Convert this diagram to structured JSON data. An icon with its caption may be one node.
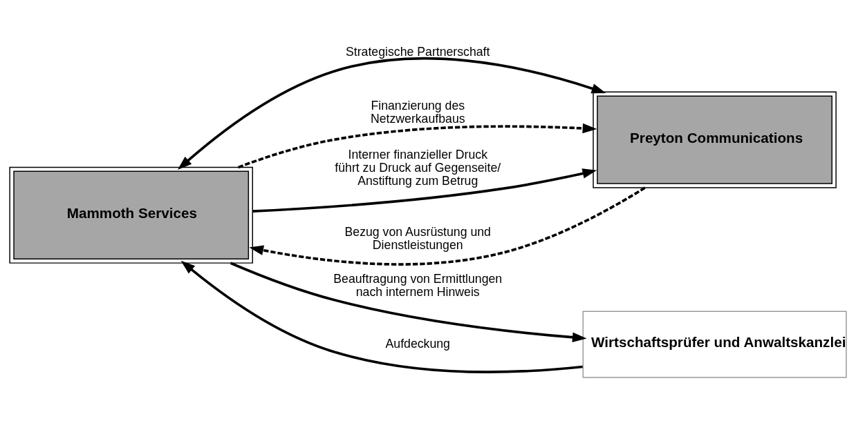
{
  "diagram": {
    "nodes": [
      {
        "text": [
          "Mammoth Services"
        ]
      },
      {
        "text": [
          "Preyton Communications"
        ]
      },
      {
        "text": [
          "Wirtschaftsprüfer und Anwaltskanzlei"
        ]
      }
    ],
    "edges": [
      {
        "from": 1,
        "to": 0,
        "arrow": "to",
        "style": "dashed",
        "label": "Bezug von Ausrüstung und Dienstleistungen"
      },
      {
        "from": 0,
        "to": 1,
        "arrow": "both",
        "label": "Strategische Partnerschaft"
      },
      {
        "from": 0,
        "to": 1,
        "arrow": "to",
        "style": "dashed",
        "label": "Finanzierung des Netzwerkaufbaus"
      },
      {
        "from": 0,
        "to": 2,
        "arrow": "to",
        "label": "Beauftragung von Ermittlungen nach internem Hinweis"
      },
      {
        "from": 2,
        "to": 0,
        "arrow": "to",
        "label": "Aufdeckung"
      },
      {
        "from": 0,
        "to": 1,
        "arrow": "to",
        "label": "Interner finanzieller Druck führt zu Druck auf Gegenseite/ Anstiftung zum Betrug"
      }
    ]
  }
}
